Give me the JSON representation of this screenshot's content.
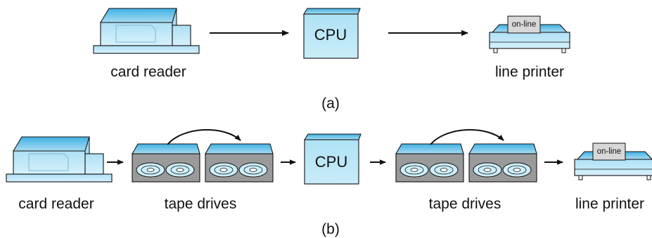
{
  "part_a": {
    "card_reader_label": "card reader",
    "cpu_label": "CPU",
    "printer_label": "line printer",
    "printer_tag": "on-line",
    "caption": "(a)"
  },
  "part_b": {
    "card_reader_label": "card reader",
    "tape_drives_left_label": "tape drives",
    "cpu_label": "CPU",
    "tape_drives_right_label": "tape drives",
    "printer_label": "line printer",
    "printer_tag": "on-line",
    "caption": "(b)"
  },
  "colors": {
    "device_fill": "#c9ecf8",
    "device_top": "#5bbde6",
    "tape_box": "#9a9a9a",
    "reel_fill": "#cdeef9",
    "stroke": "#111111"
  },
  "icons": {
    "card_reader": "card-reader-icon",
    "cpu": "cpu-box-icon",
    "tape_drive": "tape-drive-icon",
    "printer": "line-printer-icon"
  }
}
